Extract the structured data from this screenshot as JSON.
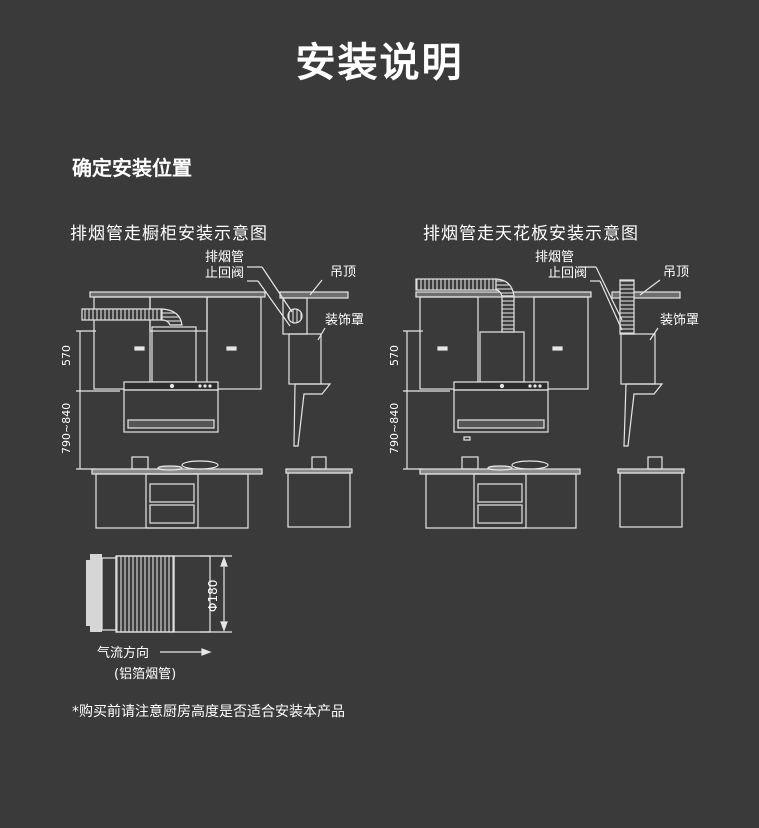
{
  "page": {
    "title": "安装说明",
    "section_title": "确定安装位置",
    "note": "*购买前请注意厨房高度是否适合安装本产品"
  },
  "diagram_left": {
    "caption": "排烟管走橱柜安装示意图",
    "labels": {
      "exhaust_pipe": "排烟管",
      "check_valve": "止回阀",
      "ceiling": "吊顶",
      "decor_cover": "装饰罩"
    },
    "dimensions": {
      "upper": "570",
      "lower": "790~840"
    }
  },
  "diagram_right": {
    "caption": "排烟管走天花板安装示意图",
    "labels": {
      "exhaust_pipe": "排烟管",
      "check_valve": "止回阀",
      "ceiling": "吊顶",
      "decor_cover": "装饰罩"
    },
    "dimensions": {
      "upper": "570",
      "lower": "790~840"
    }
  },
  "duct": {
    "diameter_label": "Φ180",
    "airflow_label": "气流方向",
    "material_label": "(铝箔烟管)"
  },
  "colors": {
    "background": "#3a3a3a",
    "line": "#e6e6e6",
    "text": "#ffffff"
  }
}
